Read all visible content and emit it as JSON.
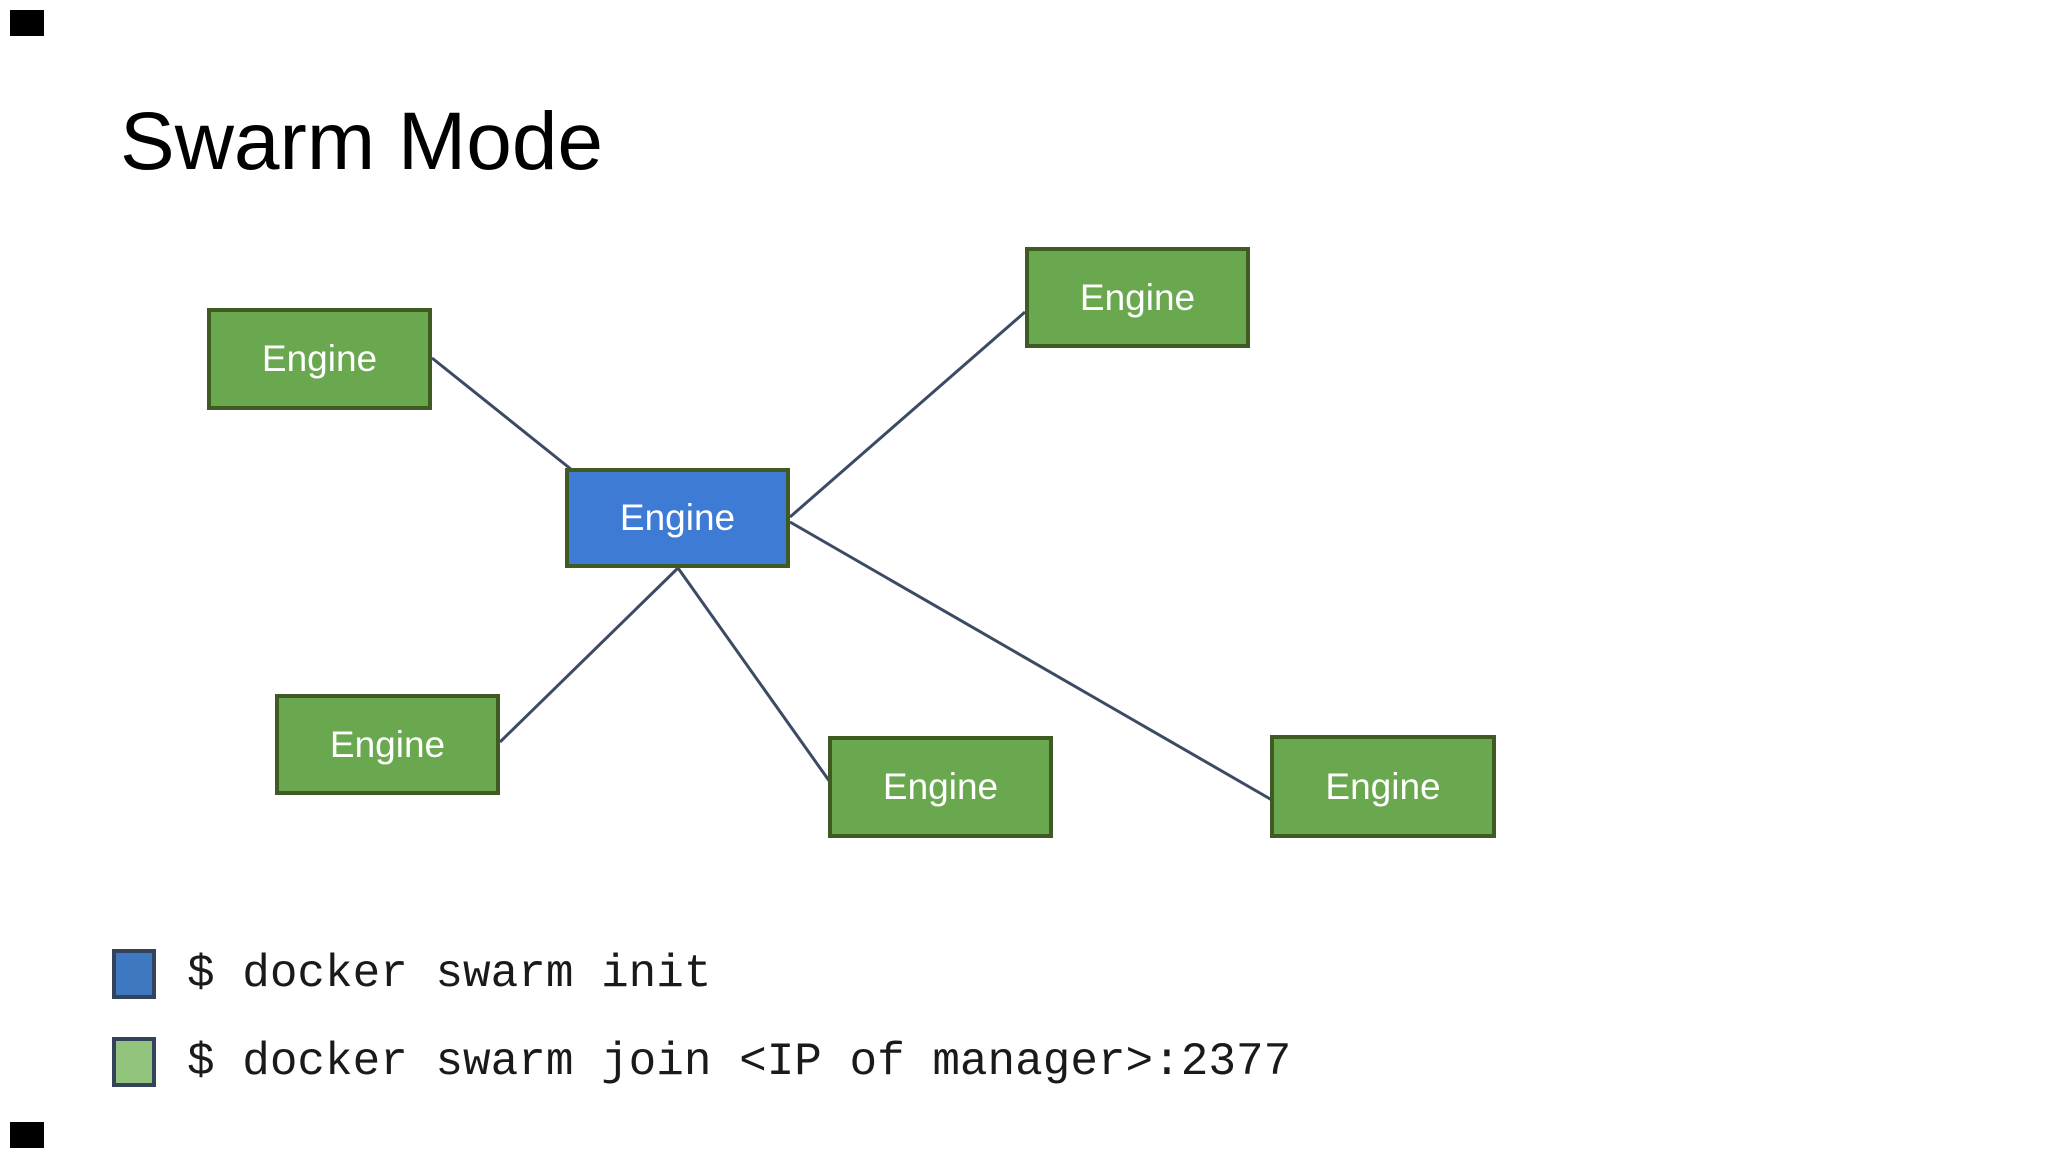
{
  "slide": {
    "title": "Swarm Mode"
  },
  "diagram": {
    "nodes": [
      {
        "id": "engine-top-left",
        "label": "Engine",
        "role": "worker",
        "fill": "#6aa84f",
        "border": "#3f5a23"
      },
      {
        "id": "engine-top-right",
        "label": "Engine",
        "role": "worker",
        "fill": "#6aa84f",
        "border": "#3f5a23"
      },
      {
        "id": "engine-manager",
        "label": "Engine",
        "role": "manager",
        "fill": "#3e7bd5",
        "border": "#3f5a23"
      },
      {
        "id": "engine-bottom-left",
        "label": "Engine",
        "role": "worker",
        "fill": "#6aa84f",
        "border": "#3f5a23"
      },
      {
        "id": "engine-bottom-mid",
        "label": "Engine",
        "role": "worker",
        "fill": "#6aa84f",
        "border": "#3f5a23"
      },
      {
        "id": "engine-bottom-right",
        "label": "Engine",
        "role": "worker",
        "fill": "#6aa84f",
        "border": "#3f5a23"
      }
    ],
    "edges": [
      {
        "from": "engine-manager",
        "to": "engine-top-left"
      },
      {
        "from": "engine-manager",
        "to": "engine-top-right"
      },
      {
        "from": "engine-manager",
        "to": "engine-bottom-left"
      },
      {
        "from": "engine-manager",
        "to": "engine-bottom-mid"
      },
      {
        "from": "engine-manager",
        "to": "engine-bottom-right"
      }
    ],
    "edge_color": "#3c4a64"
  },
  "legend": {
    "items": [
      {
        "swatch_color": "#3e78c0",
        "swatch_border": "#34425a",
        "text": "$ docker swarm init"
      },
      {
        "swatch_color": "#93c47d",
        "swatch_border": "#34425a",
        "text": "$ docker swarm join <IP of manager>:2377"
      }
    ]
  }
}
